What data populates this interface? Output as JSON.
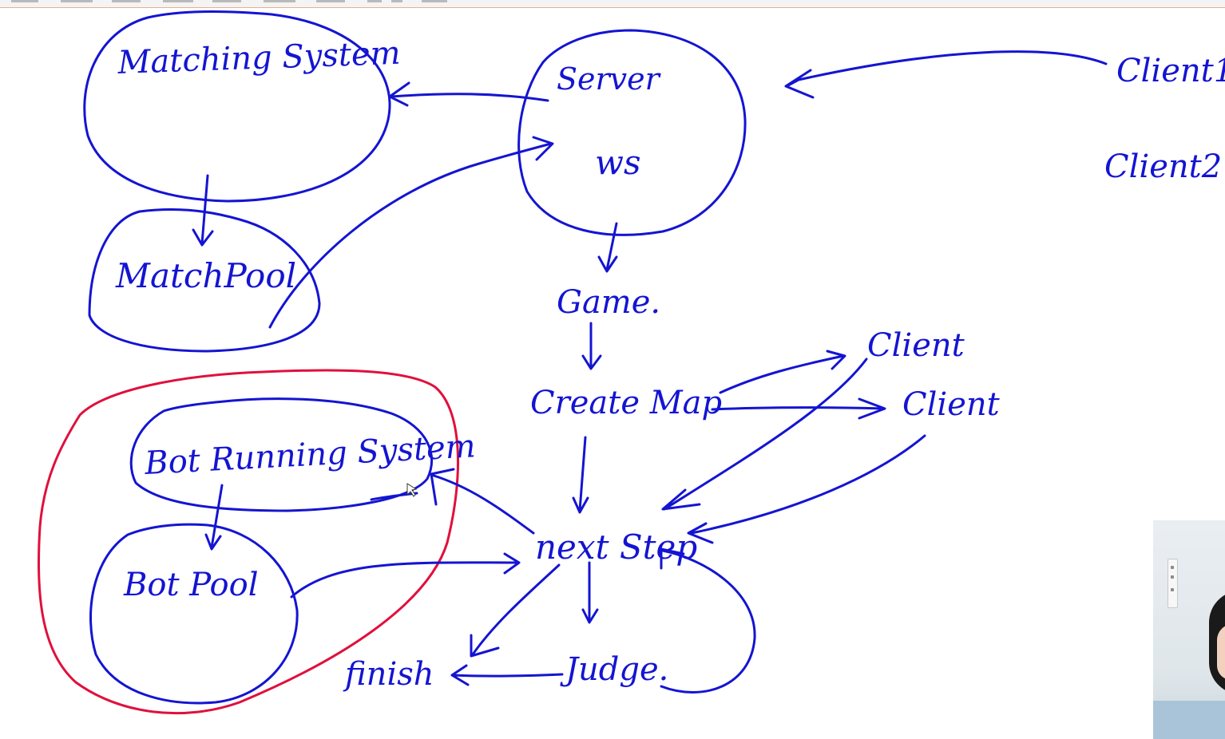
{
  "labels": {
    "matching_system": "Matching System",
    "match_pool": "MatchPool",
    "server": "Server",
    "ws": "ws",
    "client_1": "Client1",
    "client_2": "Client2",
    "game": "Game.",
    "create_map": "Create Map",
    "client_a": "Client",
    "client_b": "Client",
    "bot_running_system": "Bot Running System",
    "bot_pool": "Bot Pool",
    "next_step": "next Step",
    "judge": "Judge.",
    "finish": "finish"
  },
  "colors": {
    "ink_blue": "#1414d2",
    "highlight_red": "#e0103c",
    "background": "#ffffff"
  },
  "webcam": {
    "icon": "webcam-person"
  }
}
